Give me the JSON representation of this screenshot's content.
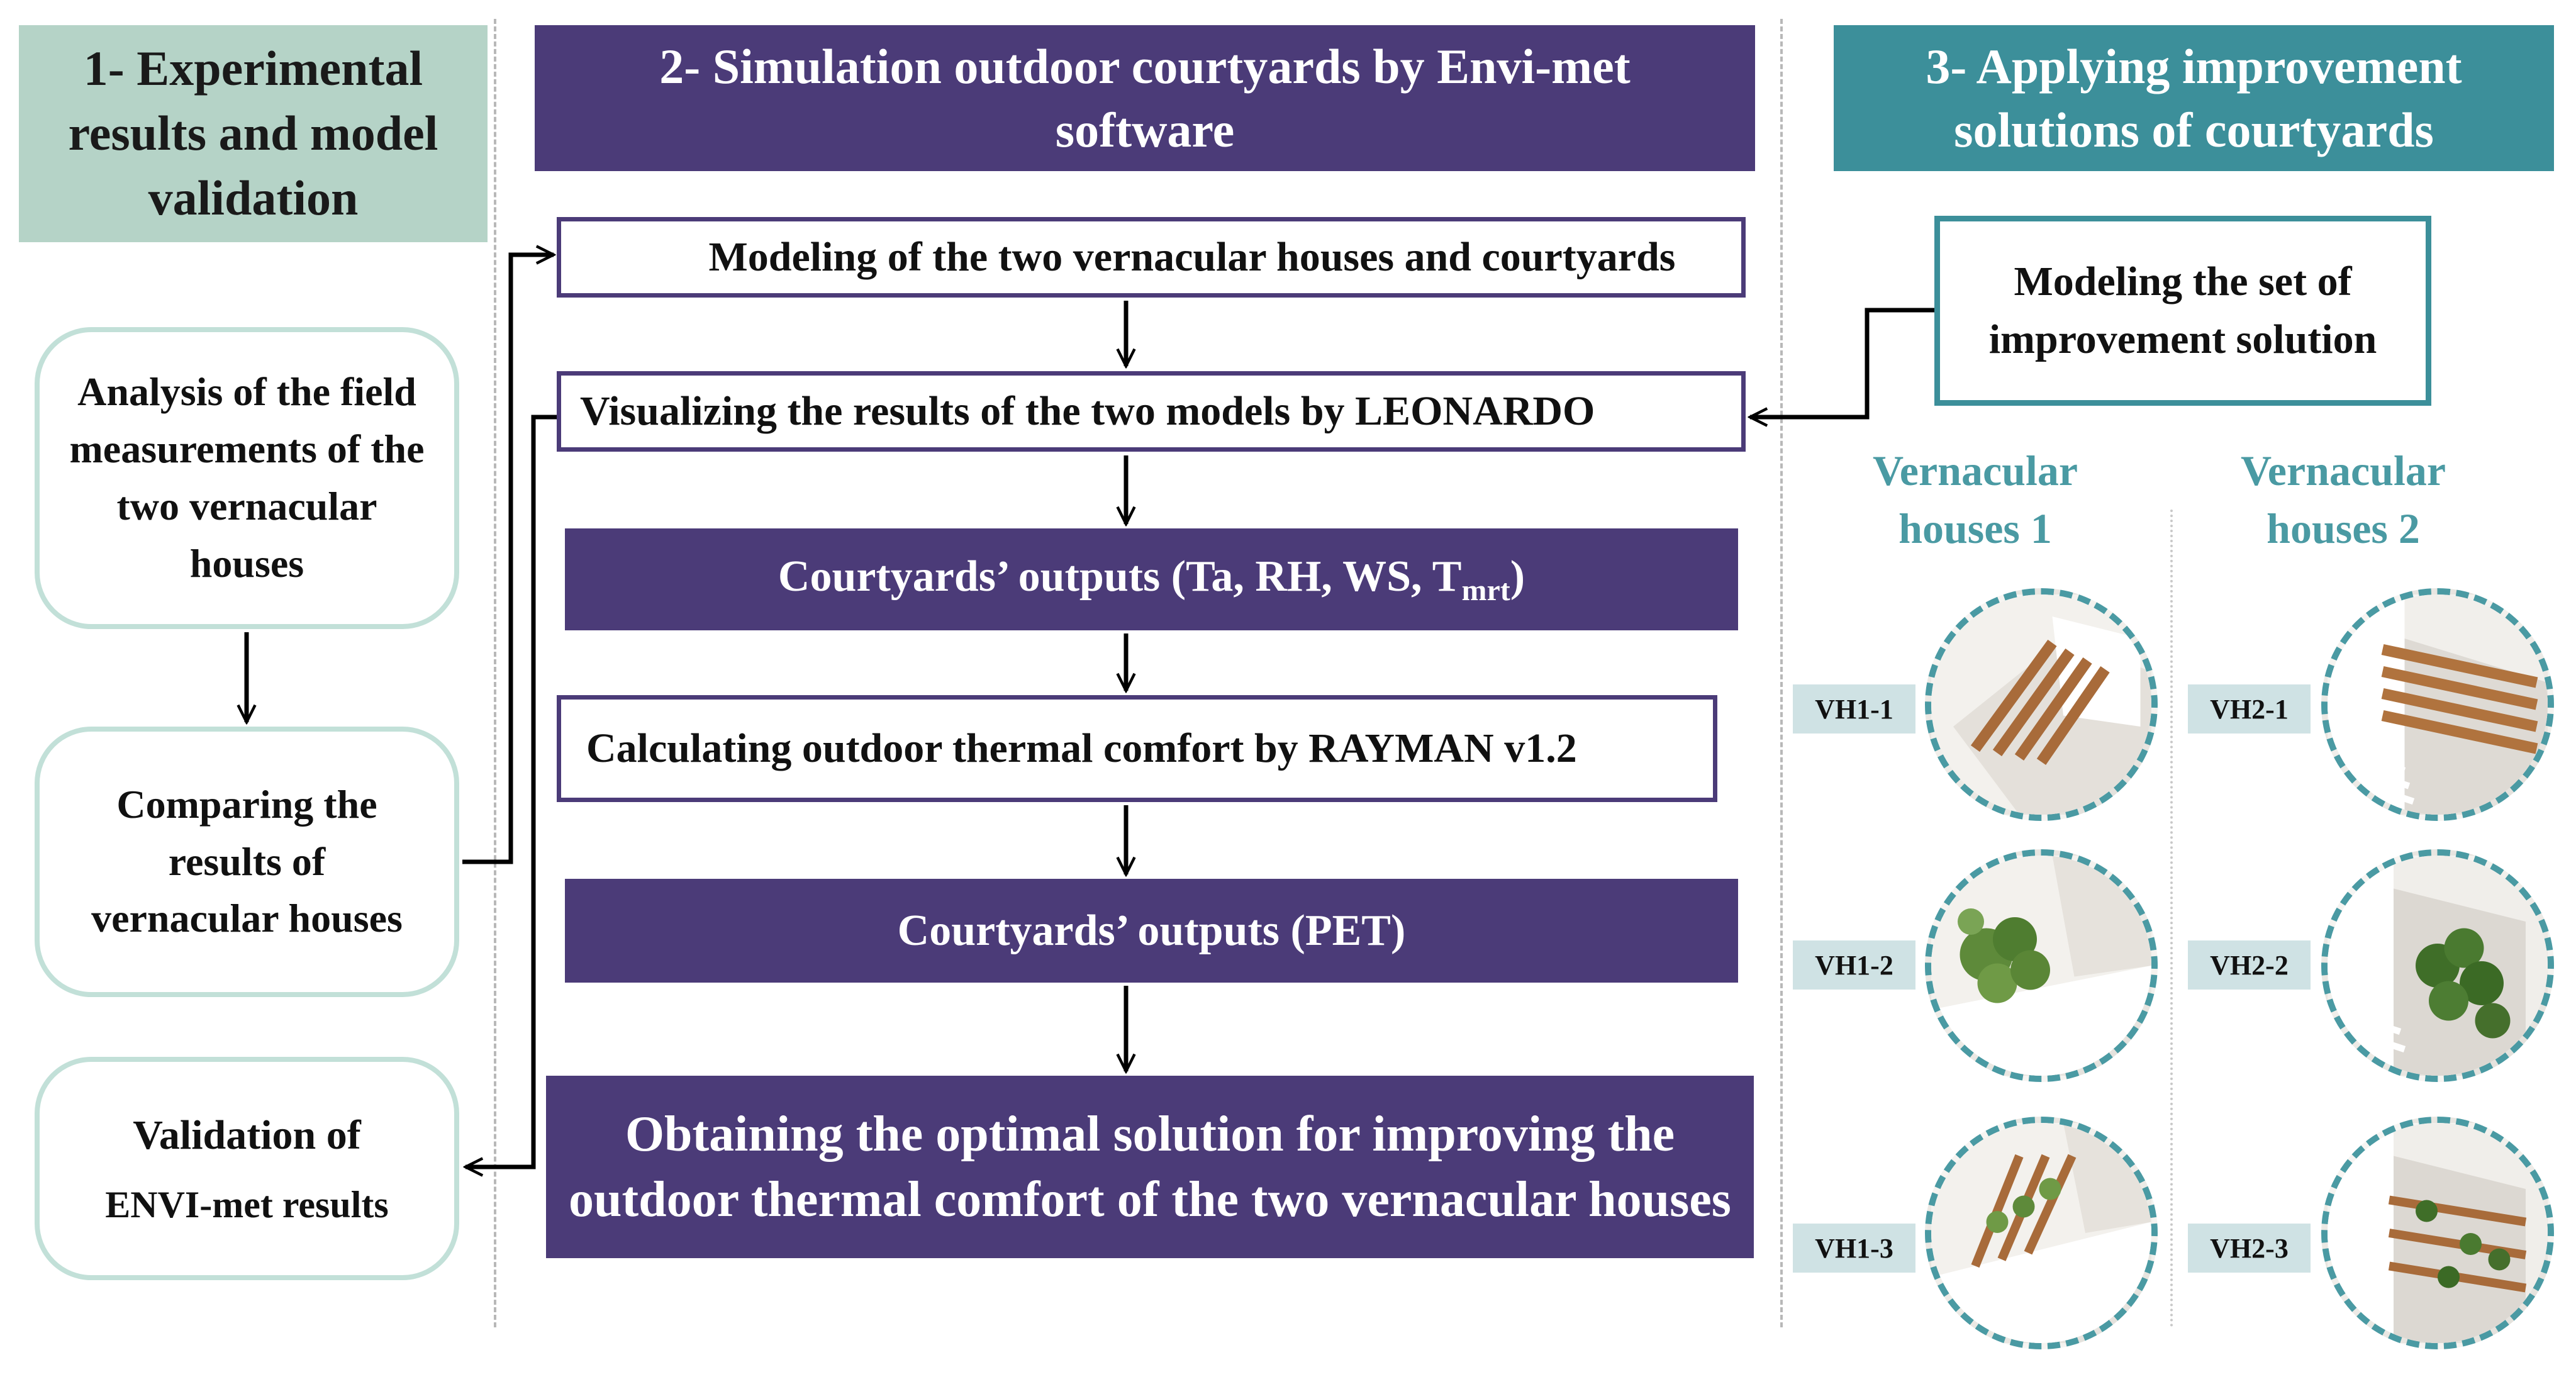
{
  "columns": {
    "col1": {
      "title": "1- Experimental results and model validation"
    },
    "col2": {
      "title": "2- Simulation outdoor courtyards by Envi-met software"
    },
    "col3": {
      "title": "3- Applying improvement solutions of courtyards"
    }
  },
  "left_boxes": [
    {
      "text": "Analysis of the field measurements of the two vernacular houses"
    },
    {
      "text": "Comparing the results of vernacular houses"
    },
    {
      "text_line1": "Validation of",
      "text_line2": "ENVI-met results"
    }
  ],
  "center_steps": [
    {
      "text": "Modeling of the two vernacular houses and courtyards"
    },
    {
      "text": "Visualizing the results of the two models by LEONARDO"
    },
    {
      "text_main": "Courtyards’ outputs (Ta, RH, WS, T",
      "text_sub": "mrt",
      "text_end": ")"
    },
    {
      "text": "Calculating outdoor thermal comfort by RAYMAN v1.2"
    },
    {
      "text": "Courtyards’ outputs (PET)"
    },
    {
      "text": "Obtaining the optimal solution for improving the outdoor thermal comfort of the two vernacular houses"
    }
  ],
  "right": {
    "model_box": "Modeling the set of improvement solution",
    "vh1_title": "Vernacular houses 1",
    "vh2_title": "Vernacular houses 2",
    "vh1_labels": [
      "VH1-1",
      "VH1-2",
      "VH1-3"
    ],
    "vh2_labels": [
      "VH2-1",
      "VH2-2",
      "VH2-3"
    ]
  },
  "colors": {
    "purple": "#4b3b78",
    "teal": "#3c8f9a",
    "mint": "#b5d3c7",
    "light_teal_border": "#c2e0d8"
  }
}
